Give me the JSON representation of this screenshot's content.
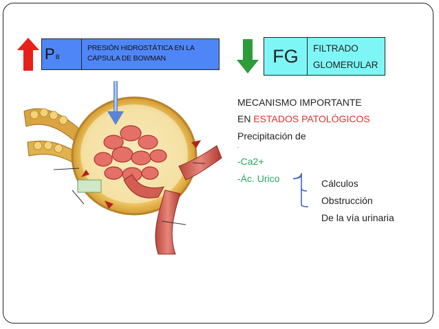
{
  "left_box": {
    "symbol": "P",
    "subscript": "B",
    "line1": "PRESIÓN HIDROSTÁTICA EN LA",
    "line2": "CÁPSULA DE BOWMAN"
  },
  "right_box": {
    "symbol": "FG",
    "line1": "FILTRADO",
    "line2": "GLOMERULAR"
  },
  "text": {
    "mechanism": "MECANISMO IMPORTANTE",
    "in_prefix": "EN ",
    "pathological": "ESTADOS PATOLÓGICOS",
    "precipitation": "Precipitación de",
    "dot": ".",
    "ca": "-Ca2+",
    "uric": "-Ác. Urico",
    "calculi": "Cálculos",
    "obstruction": "Obstrucción",
    "urinary": "De la vía urinaria"
  },
  "colors": {
    "up_arrow": "#e8201c",
    "down_arrow": "#2e9c3a",
    "blue_box": "#4f86f7",
    "cyan_box": "#7ff6f6",
    "accent_green": "#26a65b",
    "accent_red": "#e0302c"
  }
}
